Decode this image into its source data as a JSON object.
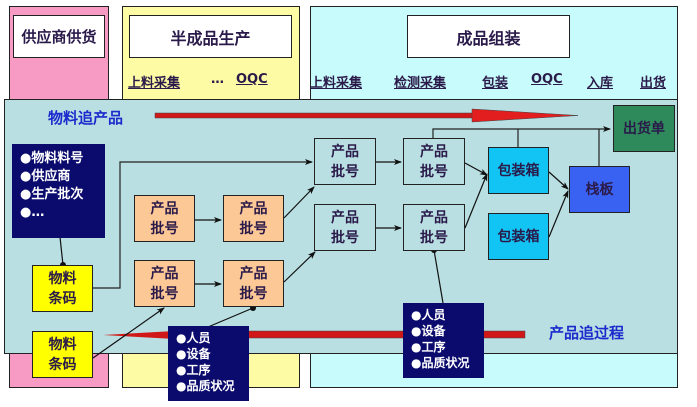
{
  "stages": [
    {
      "title": "供应商供货",
      "bg": "#f79ac4"
    },
    {
      "title": "半成品生产",
      "bg": "#fdfba4",
      "steps": [
        "上料采集",
        "…",
        "OQC"
      ]
    },
    {
      "title": "成品组装",
      "bg": "#c8fbfb",
      "steps": [
        "上料采集",
        "检测采集",
        "包装",
        "OQC",
        "入库",
        "出货"
      ]
    }
  ],
  "flows": {
    "forward_label": "物料追产品",
    "backward_label": "产品追过程",
    "arrow_color": "#d01818"
  },
  "material_info": {
    "items": [
      "物料料号",
      "供应商",
      "生产批次",
      "…"
    ]
  },
  "material_barcodes": [
    {
      "line1": "物料",
      "line2": "条码"
    },
    {
      "line1": "物料",
      "line2": "条码"
    }
  ],
  "semi_batches": [
    {
      "line1": "产品",
      "line2": "批号"
    },
    {
      "line1": "产品",
      "line2": "批号"
    },
    {
      "line1": "产品",
      "line2": "批号"
    },
    {
      "line1": "产品",
      "line2": "批号"
    }
  ],
  "final_batches": [
    {
      "line1": "产品",
      "line2": "批号"
    },
    {
      "line1": "产品",
      "line2": "批号"
    },
    {
      "line1": "产品",
      "line2": "批号"
    },
    {
      "line1": "产品",
      "line2": "批号"
    }
  ],
  "packing_boxes": [
    "包装箱",
    "包装箱"
  ],
  "pallet": "栈板",
  "shipping_order": "出货单",
  "process_info": [
    {
      "items": [
        "人员",
        "设备",
        "工序",
        "品质状况"
      ]
    },
    {
      "items": [
        "人员",
        "设备",
        "工序",
        "品质状况"
      ]
    }
  ],
  "colors": {
    "panel": "#b9dfe2",
    "barcode": "#ffff00",
    "semi_batch": "#fbc896",
    "final_batch": "#b9dfe2",
    "packing_box": "#12c4f4",
    "pallet": "#3a62f2",
    "shipping_order": "#2e8a5a",
    "info_box": "#0b0b6e"
  }
}
